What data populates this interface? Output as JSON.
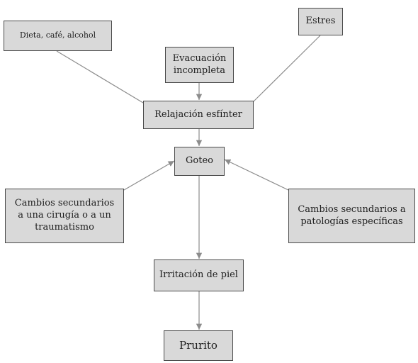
{
  "nodes": {
    "diet": "Dieta, café, alcohol",
    "stress": "Estres",
    "incomplete_evacuation": "Evacuación\nincompleta",
    "sphincter_relaxation": "Relajación esfínter",
    "dripping": "Goteo",
    "surgery_trauma": "Cambios secundarios\na una cirugía o a un\ntraumatismo",
    "specific_pathologies": "Cambios secundarios a\npatologías específicas",
    "skin_irritation": "Irritación de piel",
    "pruritus": "Prurito"
  },
  "colors": {
    "box_fill": "#d9d9d9",
    "box_border": "#4a4a4a",
    "connector": "#8c8c8c",
    "text": "#1e1e1e"
  },
  "edges": [
    {
      "from": "diet",
      "to": "sphincter_relaxation",
      "arrow": false
    },
    {
      "from": "incomplete_evacuation",
      "to": "sphincter_relaxation",
      "arrow": true
    },
    {
      "from": "stress",
      "to": "sphincter_relaxation",
      "arrow": false
    },
    {
      "from": "sphincter_relaxation",
      "to": "dripping",
      "arrow": true
    },
    {
      "from": "surgery_trauma",
      "to": "dripping",
      "arrow": true
    },
    {
      "from": "specific_pathologies",
      "to": "dripping",
      "arrow": true
    },
    {
      "from": "dripping",
      "to": "skin_irritation",
      "arrow": true
    },
    {
      "from": "skin_irritation",
      "to": "pruritus",
      "arrow": true
    }
  ]
}
